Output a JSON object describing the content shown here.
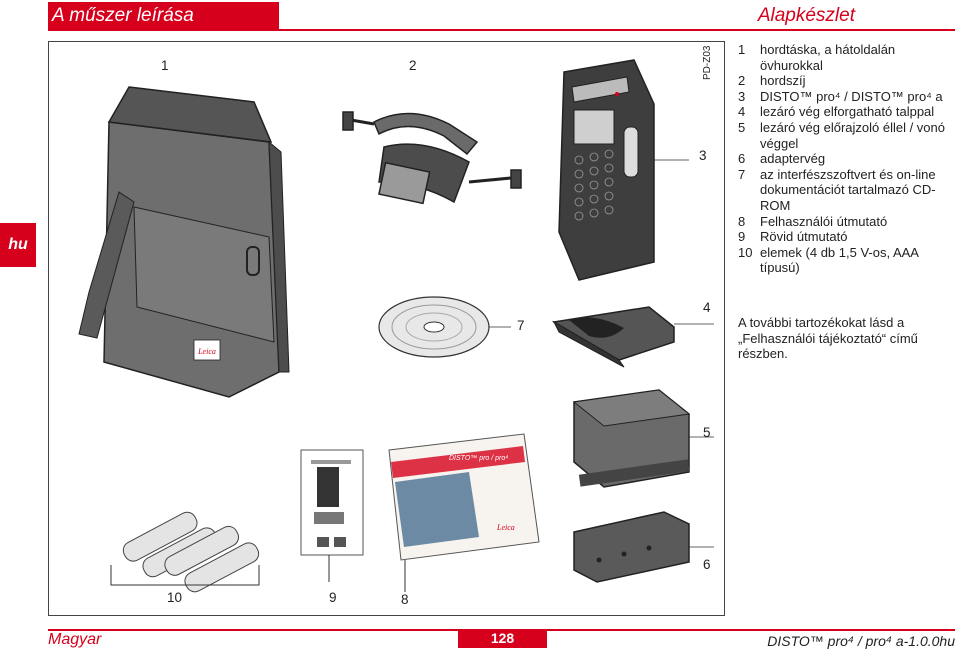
{
  "header": {
    "section_title": "A műszer leírása",
    "page_title": "Alapkészlet"
  },
  "language_tab": "hu",
  "figure": {
    "code": "PD-Z03",
    "callouts": [
      "1",
      "2",
      "3",
      "4",
      "5",
      "6",
      "7",
      "8",
      "9",
      "10"
    ],
    "logo_text": "Leica",
    "booklet_brand": "DISTO™ pro / pro⁴"
  },
  "parts": [
    {
      "num": "1",
      "text": "hordtáska, a hátoldalán övhurokkal"
    },
    {
      "num": "2",
      "text": "hordszíj"
    },
    {
      "num": "3",
      "text": "DISTO™ pro⁴ / DISTO™ pro⁴ a"
    },
    {
      "num": "4",
      "text": "lezáró vég elforgatható talppal"
    },
    {
      "num": "5",
      "text": "lezáró vég előrajzoló éllel / vonó véggel"
    },
    {
      "num": "6",
      "text": "adaptervég"
    },
    {
      "num": "7",
      "text": "az interfészszoftvert és on-line dokumentációt tartalmazó CD-ROM"
    },
    {
      "num": "8",
      "text": "Felhasználói útmutató"
    },
    {
      "num": "9",
      "text": "Rövid útmutató"
    },
    {
      "num": "10",
      "text": "elemek (4 db 1,5 V-os, AAA típusú)"
    }
  ],
  "note": "A további tartozékokat lásd a „Felhasználói tájékoztató“ című részben.",
  "footer": {
    "language": "Magyar",
    "page_number": "128",
    "doc_id": "DISTO™ pro⁴ / pro⁴ a-1.0.0hu"
  },
  "colors": {
    "accent": "#d6001c",
    "bag_gray": "#6e6e6e",
    "device_dark": "#4a4a4a"
  }
}
